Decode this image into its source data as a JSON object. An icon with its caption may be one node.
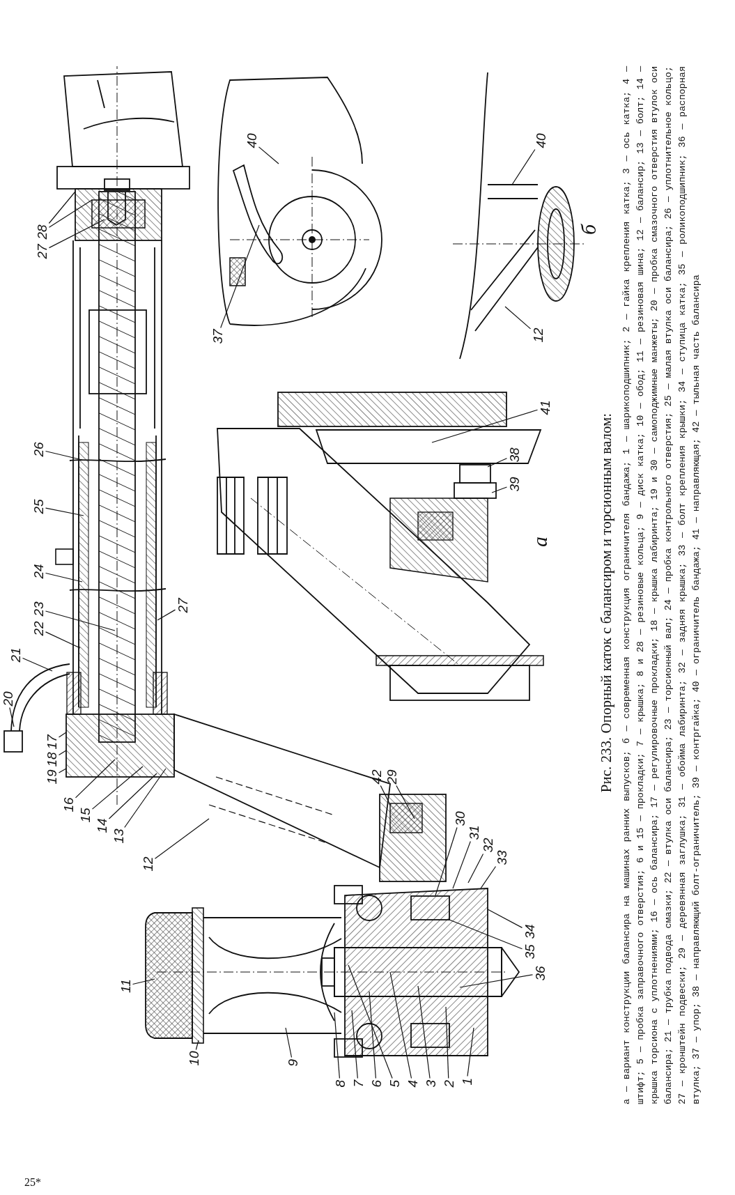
{
  "diagram": {
    "title": "Рис. 233. Опорный каток с балансиром и торсионным валом:",
    "caption": "а — вариант конструкции балансира на машинах ранних выпусков; б — современная конструкция ограничителя бандажа; 1 — шарикоподшипник; 2 — гайка крепления катка; 3 — ось катка; 4 — штифт; 5 — пробка заправочного отверстия; 6 и 15 — прокладки; 7 — крышка; 8 и 28 — резиновые кольца; 9 — диск катка; 10 — обод; 11 — резиновая шина; 12 — балансир; 13 — болт; 14 — крышка торсиона с уплотнениями; 16 — ось балансира; 17 — регулировочные прокладки; 18 — крышка лабиринта; 19 и 30 — самоподжимные манжеты; 20 — пробка смазочного отверстия втулок оси балансира; 21 — трубка подвода смазки; 22 — втулка оси балансира; 23 — торсионный вал; 24 — пробка контрольного отверстия; 25 — малая втулка оси балансира; 26 — уплотнительное кольцо; 27 — кронштейн подвески; 29 — деревянная заглушка; 31 — обойма лабиринта; 32 — задняя крышка; 33 — болт крепления крышки; 34 — ступица катка; 35 — роликоподшипник; 36 — распорная втулка; 37 — упор; 38 — направляющий болт-ограничитель; 39 — контргайка; 40 — ограничитель бандажа; 41 — направляющая; 42 — тыльная часть балансира",
    "nodes": [
      {
        "text": [
          "27"
        ]
      },
      {
        "text": [
          "28"
        ]
      },
      {
        "text": [
          "40"
        ]
      },
      {
        "text": [
          "40"
        ]
      },
      {
        "text": [
          "37"
        ]
      },
      {
        "text": [
          "12"
        ]
      },
      {
        "text": [
          "41"
        ]
      },
      {
        "text": [
          "26"
        ]
      },
      {
        "text": [
          "38"
        ]
      },
      {
        "text": [
          "39"
        ]
      },
      {
        "text": [
          "25"
        ]
      },
      {
        "text": [
          "24"
        ]
      },
      {
        "text": [
          "23"
        ]
      },
      {
        "text": [
          "22"
        ]
      },
      {
        "text": [
          "27"
        ]
      },
      {
        "text": [
          "21"
        ]
      },
      {
        "text": [
          "20"
        ]
      },
      {
        "text": [
          "19"
        ]
      },
      {
        "text": [
          "18"
        ]
      },
      {
        "text": [
          "17"
        ]
      },
      {
        "text": [
          "16"
        ]
      },
      {
        "text": [
          "15"
        ]
      },
      {
        "text": [
          "14"
        ]
      },
      {
        "text": [
          "13"
        ]
      },
      {
        "text": [
          "12"
        ]
      },
      {
        "text": [
          "42"
        ]
      },
      {
        "text": [
          "29"
        ]
      },
      {
        "text": [
          "30"
        ]
      },
      {
        "text": [
          "31"
        ]
      },
      {
        "text": [
          "32"
        ]
      },
      {
        "text": [
          "33"
        ]
      },
      {
        "text": [
          "34"
        ]
      },
      {
        "text": [
          "35"
        ]
      },
      {
        "text": [
          "36"
        ]
      },
      {
        "text": [
          "11"
        ]
      },
      {
        "text": [
          "10"
        ]
      },
      {
        "text": [
          "9"
        ]
      },
      {
        "text": [
          "8"
        ]
      },
      {
        "text": [
          "7"
        ]
      },
      {
        "text": [
          "6"
        ]
      },
      {
        "text": [
          "5"
        ]
      },
      {
        "text": [
          "4"
        ]
      },
      {
        "text": [
          "3"
        ]
      },
      {
        "text": [
          "2"
        ]
      },
      {
        "text": [
          "1"
        ]
      }
    ],
    "edges": [
      {
        "from": 0,
        "to": null,
        "arrow": "none"
      },
      {
        "from": 1,
        "to": null,
        "arrow": "none"
      },
      {
        "from": 1,
        "to": null,
        "arrow": "none"
      },
      {
        "from": 2,
        "to": null,
        "arrow": "none"
      },
      {
        "from": 3,
        "to": null,
        "arrow": "none"
      },
      {
        "from": 4,
        "to": null,
        "arrow": "none"
      },
      {
        "from": 5,
        "to": null,
        "arrow": "none"
      },
      {
        "from": 6,
        "to": null,
        "arrow": "none"
      },
      {
        "from": 7,
        "to": null,
        "arrow": "none"
      },
      {
        "from": 8,
        "to": null,
        "arrow": "none"
      },
      {
        "from": 9,
        "to": null,
        "arrow": "none"
      },
      {
        "from": 10,
        "to": null,
        "arrow": "none"
      },
      {
        "from": 11,
        "to": null,
        "arrow": "none"
      },
      {
        "from": 12,
        "to": null,
        "arrow": "none"
      },
      {
        "from": 13,
        "to": null,
        "arrow": "none"
      },
      {
        "from": 14,
        "to": null,
        "arrow": "none"
      },
      {
        "from": 15,
        "to": null,
        "arrow": "none"
      },
      {
        "from": 16,
        "to": null,
        "arrow": "none"
      },
      {
        "from": 17,
        "to": null,
        "arrow": "none"
      },
      {
        "from": 18,
        "to": null,
        "arrow": "none"
      },
      {
        "from": 19,
        "to": null,
        "arrow": "none"
      },
      {
        "from": 20,
        "to": null,
        "arrow": "none"
      },
      {
        "from": 21,
        "to": null,
        "arrow": "none"
      },
      {
        "from": 22,
        "to": null,
        "arrow": "none"
      },
      {
        "from": 23,
        "to": null,
        "arrow": "none"
      },
      {
        "from": 24,
        "to": null,
        "arrow": "none"
      },
      {
        "from": 25,
        "to": null,
        "arrow": "none"
      },
      {
        "from": 26,
        "to": null,
        "arrow": "none"
      },
      {
        "from": 27,
        "to": null,
        "arrow": "none"
      },
      {
        "from": 28,
        "to": null,
        "arrow": "none"
      },
      {
        "from": 29,
        "to": null,
        "arrow": "none"
      },
      {
        "from": 30,
        "to": null,
        "arrow": "none"
      },
      {
        "from": 31,
        "to": null,
        "arrow": "none"
      },
      {
        "from": 32,
        "to": null,
        "arrow": "none"
      },
      {
        "from": 33,
        "to": null,
        "arrow": "none"
      },
      {
        "from": 34,
        "to": null,
        "arrow": "none"
      },
      {
        "from": 35,
        "to": null,
        "arrow": "none"
      },
      {
        "from": 36,
        "to": null,
        "arrow": "none"
      },
      {
        "from": 37,
        "to": null,
        "arrow": "none"
      },
      {
        "from": 38,
        "to": null,
        "arrow": "none"
      },
      {
        "from": 39,
        "to": null,
        "arrow": "none"
      },
      {
        "from": 40,
        "to": null,
        "arrow": "none"
      },
      {
        "from": 41,
        "to": null,
        "arrow": "none"
      },
      {
        "from": 42,
        "to": null,
        "arrow": "none"
      },
      {
        "from": 43,
        "to": null,
        "arrow": "none"
      },
      {
        "from": 44,
        "to": null,
        "arrow": "none"
      }
    ],
    "labels": [
      "а",
      "б",
      "25*"
    ]
  }
}
